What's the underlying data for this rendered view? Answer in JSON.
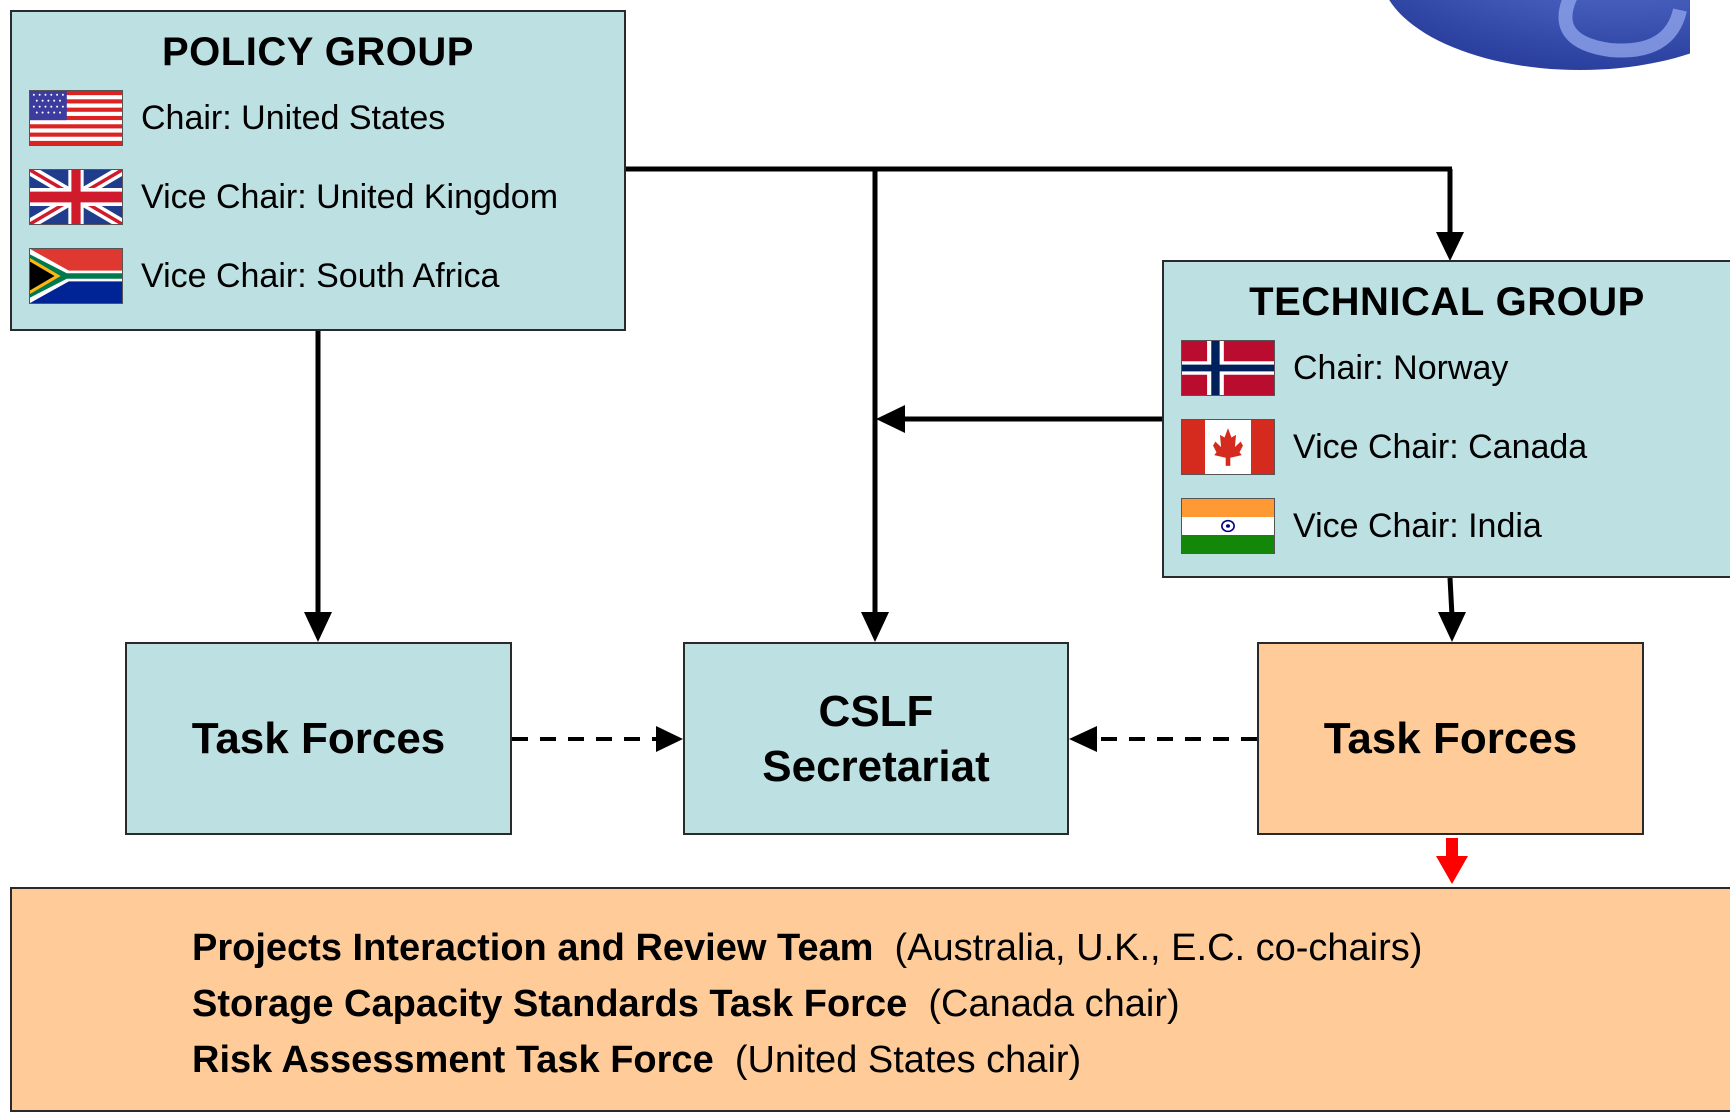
{
  "policy_group": {
    "title": "POLICY GROUP",
    "members": [
      {
        "label": "Chair: United States",
        "flag": "flag-united-states-icon"
      },
      {
        "label": "Vice Chair: United Kingdom",
        "flag": "flag-united-kingdom-icon"
      },
      {
        "label": "Vice Chair: South Africa",
        "flag": "flag-south-africa-icon"
      }
    ]
  },
  "technical_group": {
    "title": "TECHNICAL GROUP",
    "members": [
      {
        "label": "Chair: Norway",
        "flag": "flag-norway-icon"
      },
      {
        "label": "Vice Chair: Canada",
        "flag": "flag-canada-icon"
      },
      {
        "label": "Vice Chair: India",
        "flag": "flag-india-icon"
      }
    ]
  },
  "policy_task_forces": {
    "label": "Task Forces"
  },
  "secretariat": {
    "line1": "CSLF",
    "line2": "Secretariat"
  },
  "technical_task_forces": {
    "label": "Task Forces"
  },
  "task_force_list": [
    {
      "name": "Projects Interaction and Review Team",
      "note": "(Australia, U.K., E.C. co-chairs)"
    },
    {
      "name": "Storage Capacity Standards Task Force",
      "note": "(Canada chair)"
    },
    {
      "name": "Risk Assessment Task Force",
      "note": "(United States chair)"
    }
  ],
  "colors": {
    "box_blue": "#bde0e3",
    "box_orange": "#ffcc99",
    "arrow": "#000000",
    "highlight_arrow": "#ff0000",
    "logo": "#3a54b4"
  }
}
